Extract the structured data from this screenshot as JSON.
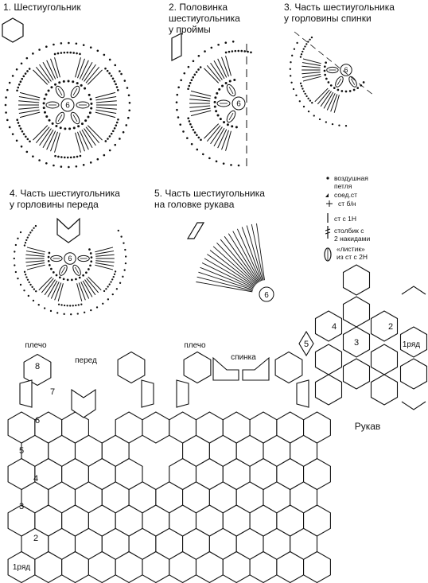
{
  "titles": {
    "hexagon": "1. Шестиугольник",
    "half_hexagon": "2. Половинка\nшестиугольника\nу проймы",
    "back_neck": "3. Часть шестиугольника\nу горловины спинки",
    "front_neck": "4. Часть шестиугольника\nу горловины переда",
    "sleeve_cap": "5. Часть шестиугольника\nна головке рукава"
  },
  "center_ring_label": "6",
  "legend": {
    "chain": "воздушная\nпетля",
    "slip_stitch": "соед.ст",
    "single_crochet": "ст б/н",
    "double_crochet": "ст с 1Н",
    "treble": "столбик с\n2 накидами",
    "leaf": "«листик»\nиз ст с 2Н"
  },
  "assembly": {
    "front_label": "перед",
    "shoulder_left": "плечо",
    "shoulder_right": "плечо",
    "back_label": "спинка",
    "sleeve_label": "Рукав",
    "row_first": "1ряд",
    "rows": [
      "2",
      "3",
      "4",
      "5",
      "6",
      "7",
      "8"
    ],
    "sleeve_rows": [
      "2",
      "3",
      "4",
      "5"
    ],
    "sleeve_row_first": "1ряд"
  }
}
